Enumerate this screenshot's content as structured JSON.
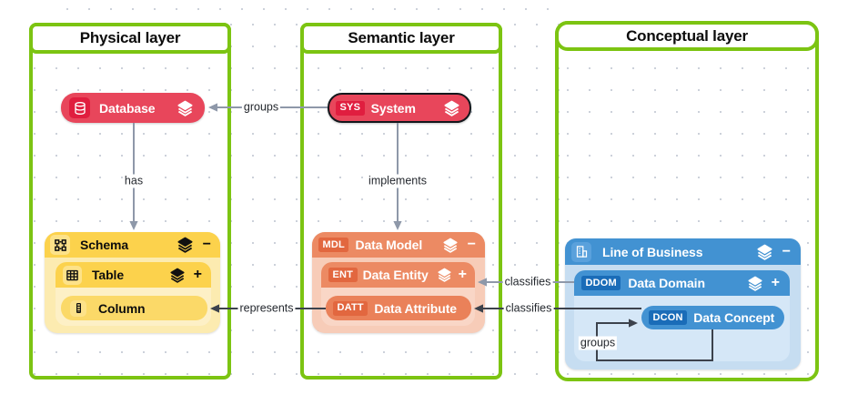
{
  "layers": [
    {
      "title": "Physical layer"
    },
    {
      "title": "Semantic layer"
    },
    {
      "title": "Conceptual layer"
    }
  ],
  "nodes": {
    "database": {
      "label": "Database",
      "icon": "database-icon"
    },
    "system": {
      "label": "System",
      "badge": "SYS"
    },
    "schema": {
      "label": "Schema",
      "icon": "schema-icon",
      "collapse": "−"
    },
    "table": {
      "label": "Table",
      "icon": "table-icon",
      "expand": "+"
    },
    "column": {
      "label": "Column",
      "icon": "column-icon"
    },
    "data_model": {
      "label": "Data Model",
      "badge": "MDL",
      "collapse": "−"
    },
    "data_entity": {
      "label": "Data Entity",
      "badge": "ENT",
      "expand": "+"
    },
    "data_attribute": {
      "label": "Data Attribute",
      "badge": "DATT"
    },
    "line_of_business": {
      "label": "Line of Business",
      "icon": "building-icon",
      "collapse": "−"
    },
    "data_domain": {
      "label": "Data Domain",
      "badge": "DDOM",
      "expand": "+"
    },
    "data_concept": {
      "label": "Data Concept",
      "badge": "DCON"
    }
  },
  "edges": [
    {
      "label": "groups",
      "from": "system",
      "to": "database"
    },
    {
      "label": "has",
      "from": "database",
      "to": "schema"
    },
    {
      "label": "implements",
      "from": "system",
      "to": "data_model"
    },
    {
      "label": "classifies",
      "from": "data_domain",
      "to": "data_entity"
    },
    {
      "label": "classifies",
      "from": "data_concept",
      "to": "data_attribute"
    },
    {
      "label": "represents",
      "from": "data_attribute",
      "to": "column"
    },
    {
      "label": "groups",
      "from": "data_domain",
      "to": "data_concept"
    }
  ],
  "colors": {
    "layer_border_green": "#7cc412",
    "red_node": "#e8465b",
    "red_dark": "#e01e3f",
    "gold_header": "#fcd24c",
    "gold_chip": "#fde289",
    "gold_body": "#fcebb0",
    "gold_body_light": "#fdf0c6",
    "gold_column": "#fbd968",
    "orange_header": "#ec8a63",
    "orange_badge": "#e2673f",
    "orange_body": "#f7ccb8",
    "orange_body_light": "#f9d6c6",
    "orange_attr": "#ea8159",
    "blue_header": "#4292d2",
    "blue_chip": "#5aa1dc",
    "blue_badge": "#1a6cb8",
    "blue_body": "#c6ddf1",
    "blue_body_light": "#d5e7f7",
    "edge_gray": "#8e98a9",
    "edge_dark": "#3c424c"
  }
}
